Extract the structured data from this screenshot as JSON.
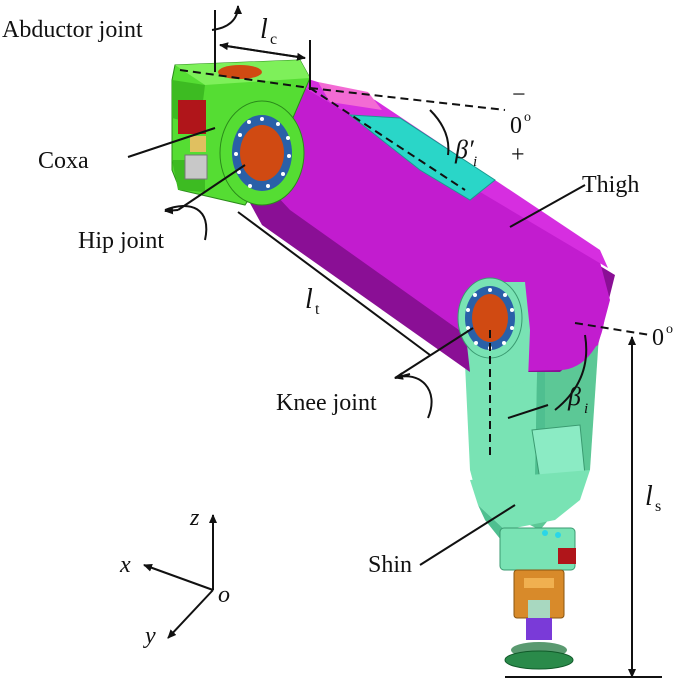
{
  "labels": {
    "abductor_joint": "Abductor joint",
    "coxa": "Coxa",
    "hip_joint": "Hip joint",
    "thigh": "Thigh",
    "knee_joint": "Knee joint",
    "shin": "Shin"
  },
  "symbols": {
    "lc_main": "l",
    "lc_sub": "c",
    "lt_main": "l",
    "lt_sub": "t",
    "ls_main": "l",
    "ls_sub": "s",
    "beta_prime_main": "β′",
    "beta_prime_sub": "i",
    "beta_main": "β",
    "beta_sub": "i",
    "minus": "−",
    "plus": "+",
    "zero_deg_top": "0",
    "zero_deg_knee": "0",
    "deg_mark": "o"
  },
  "axes": {
    "x": "x",
    "y": "y",
    "z": "z",
    "o": "o"
  },
  "colors": {
    "coxa_green": "#55dd33",
    "thigh_magenta": "#c21ccf",
    "thigh_dark": "#8a0f95",
    "thigh_top": "#d62ee0",
    "shin_mint": "#79e3b4",
    "shin_dark": "#4fbf90",
    "joint_orange": "#d04a12",
    "joint_ring": "#2a60a8",
    "cyan_panel": "#2ad6c8",
    "pink_panel": "#f36bd4",
    "foot_orange": "#d88a2a",
    "foot_green": "#2a8a4a",
    "ink": "#111111"
  }
}
